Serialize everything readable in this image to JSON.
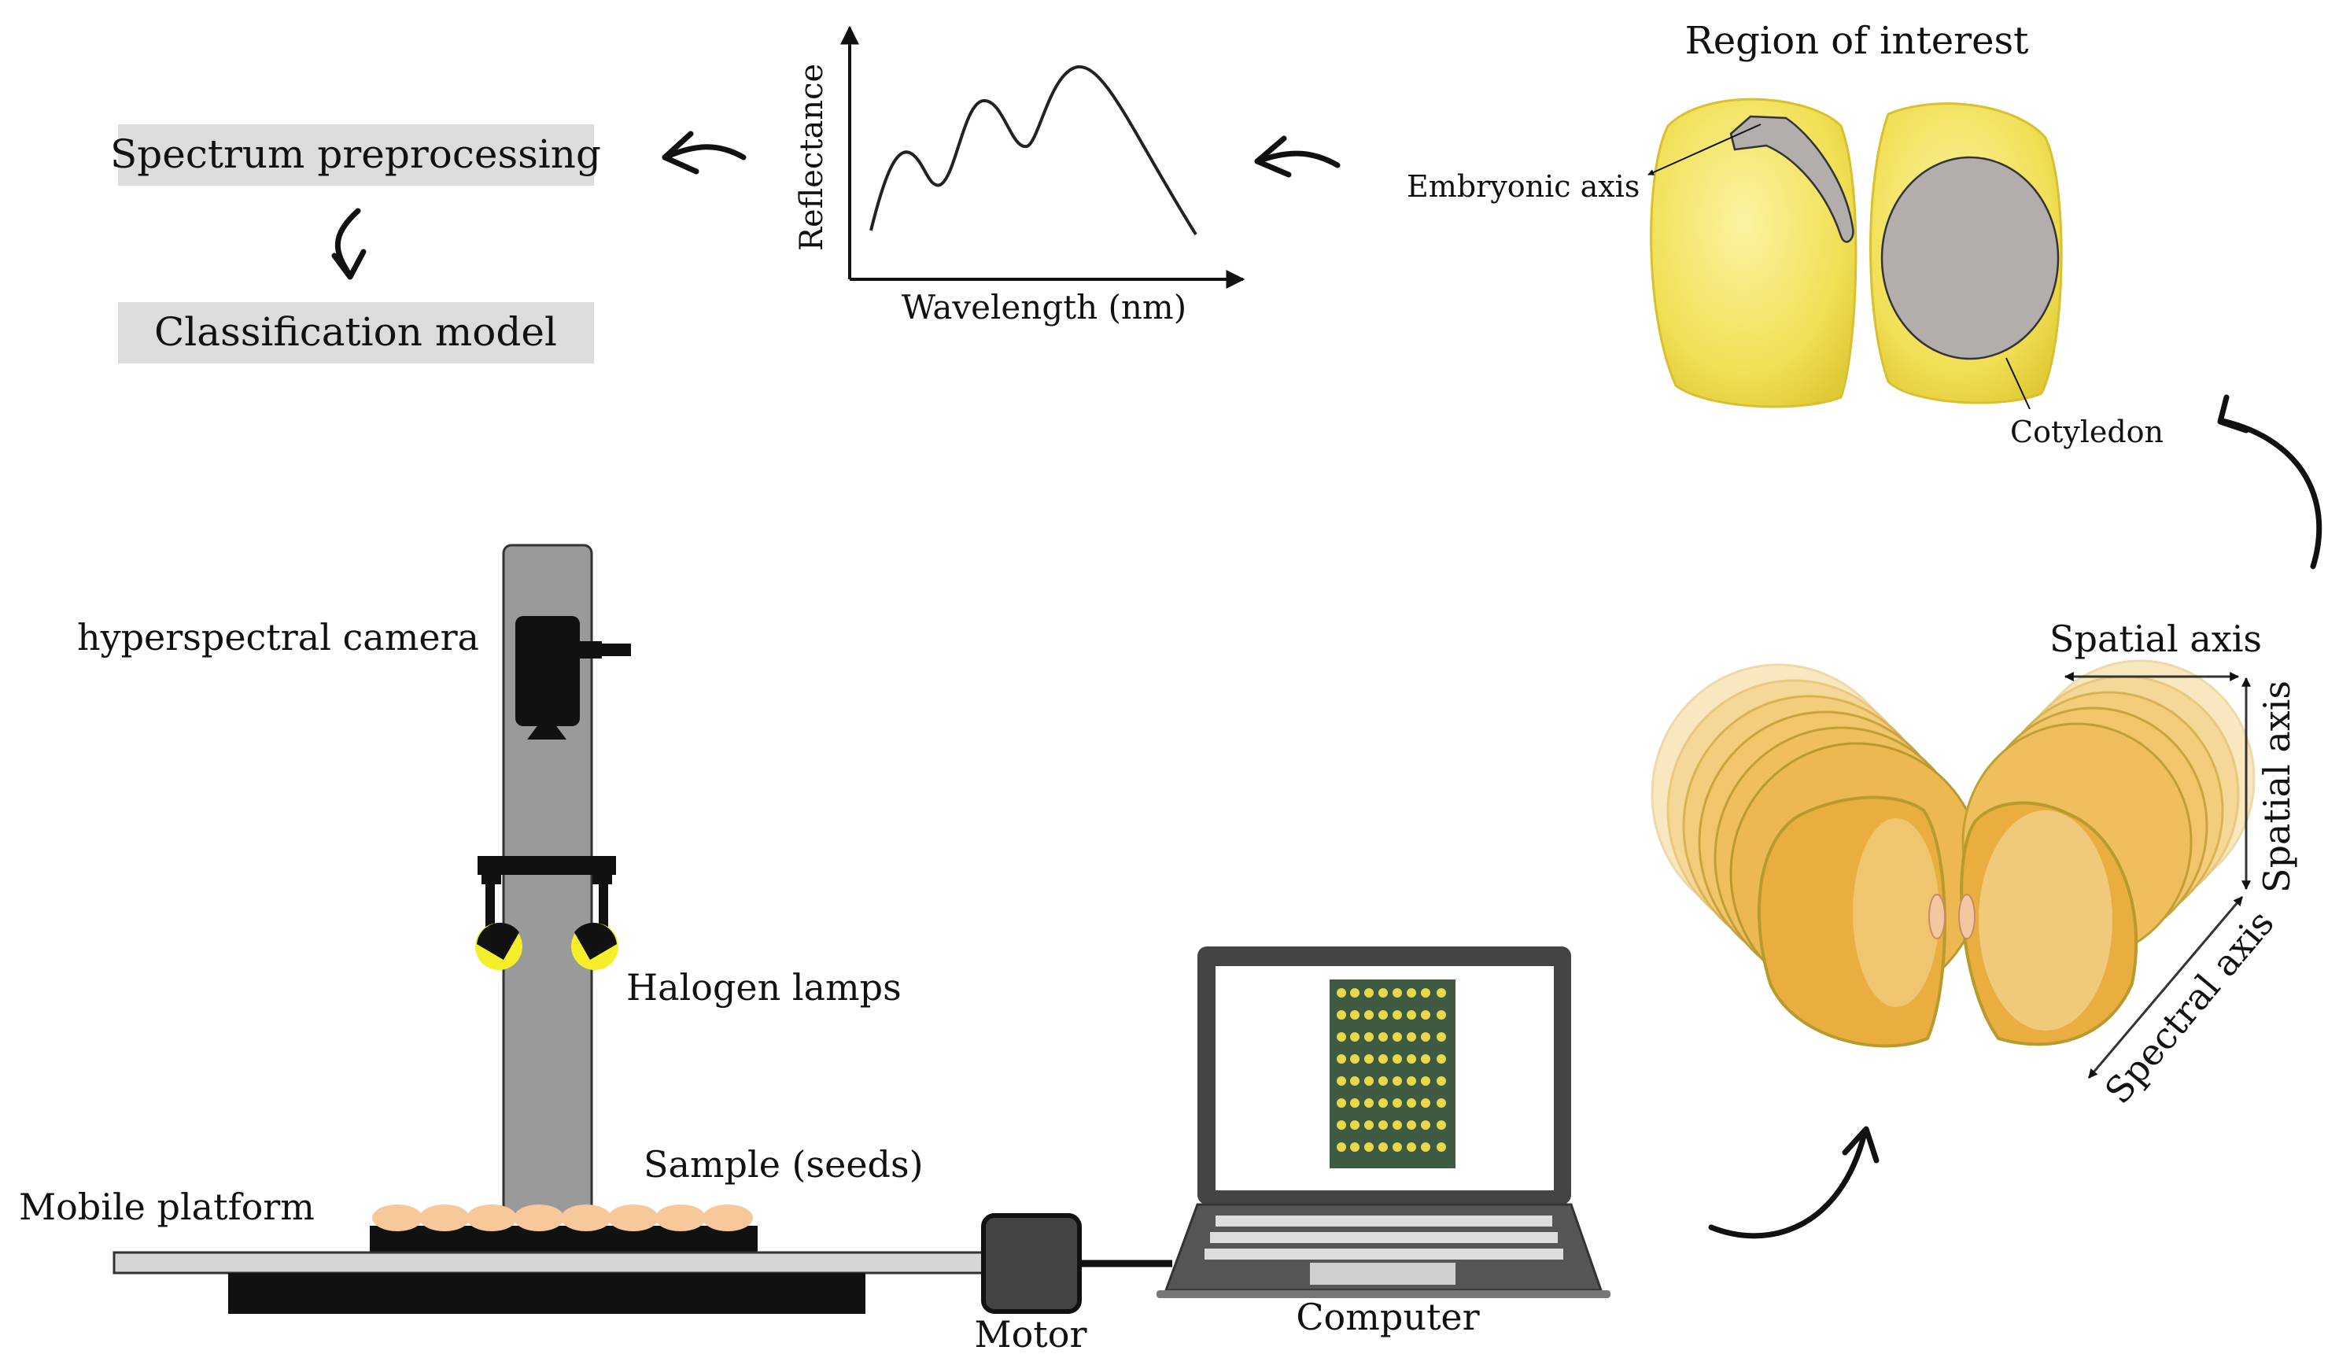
{
  "labels": {
    "spectrum_preprocessing": "Spectrum preprocessing",
    "classification_model": "Classification model",
    "reflectance": "Reflectance",
    "wavelength": "Wavelength (nm)",
    "region_of_interest": "Region of interest",
    "embryonic_axis": "Embryonic axis",
    "cotyledon": "Cotyledon",
    "hyperspectral_camera": "hyperspectral camera",
    "halogen_lamps": "Halogen lamps",
    "sample_seeds": "Sample (seeds)",
    "mobile_platform": "Mobile platform",
    "motor": "Motor",
    "computer": "Computer",
    "spatial_axis_h": "Spatial axis",
    "spatial_axis_v": "Spatial axis",
    "spectral_axis": "Spectral axis"
  },
  "colors": {
    "box_fill": "#dcdcdc",
    "tower": "#9a9a9a",
    "seed_yellow": "#f2dd4e",
    "roi_gray": "#b3aeac",
    "sample_seed": "#f6c89a",
    "lamp_glow": "#f4ef2a",
    "seed_stack_dark": "#e7ae3d",
    "seed_stack_light": "#f3cf7a"
  },
  "icons": {
    "camera": "camera-icon",
    "lamps": "lamp-icon",
    "motor": "motor-icon",
    "laptop": "laptop-icon"
  }
}
